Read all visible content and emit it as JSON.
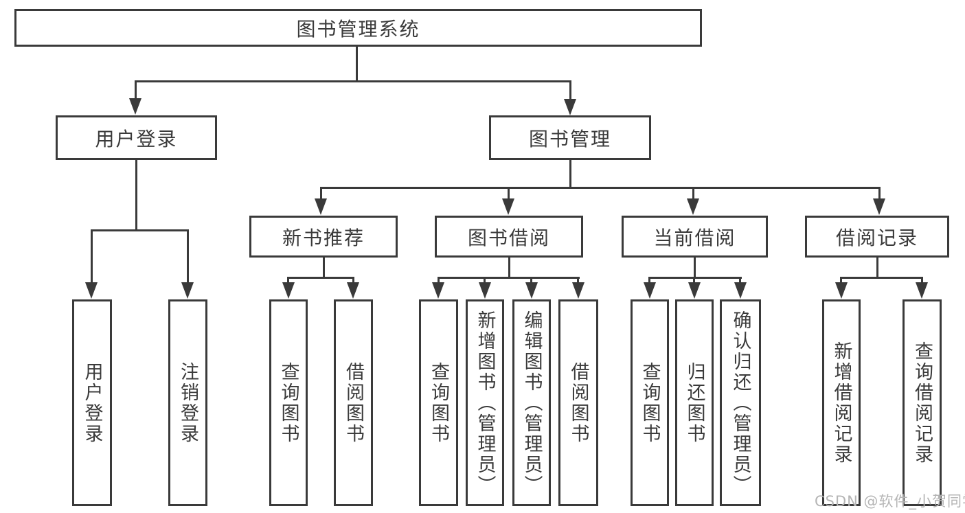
{
  "diagram": {
    "root": "图书管理系统",
    "level2": [
      "用户登录",
      "图书管理"
    ],
    "level3": [
      "新书推荐",
      "图书借阅",
      "当前借阅",
      "借阅记录"
    ],
    "leaves": {
      "login": [
        "用户登录",
        "注销登录"
      ],
      "newbook": [
        "查询图书",
        "借阅图书"
      ],
      "borrow": [
        "查询图书",
        "新增图书（管理员）",
        "编辑图书（管理员）",
        "借阅图书"
      ],
      "current": [
        "查询图书",
        "归还图书",
        "确认归还（管理员）"
      ],
      "records": [
        "新增借阅记录",
        "查询借阅记录"
      ]
    }
  },
  "watermark": "CSDN @软件_小贺同学",
  "colors": {
    "line": "#3a3a3a",
    "text": "#3a3a3a",
    "watermark": "#b5b5b5",
    "background": "#ffffff"
  }
}
